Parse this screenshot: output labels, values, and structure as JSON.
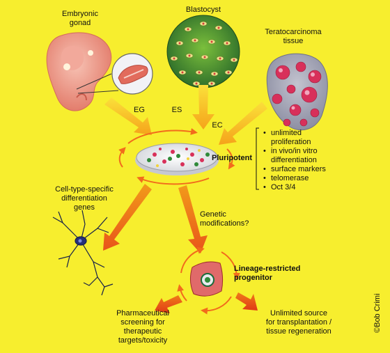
{
  "colors": {
    "background": "#f7ee2e",
    "arrow_yellow": "#f8c91a",
    "arrow_orange": "#f07a12",
    "arrow_red": "#e84418",
    "cycle_arrow": "#f26b1c"
  },
  "sources": {
    "gonad": "Embryonic\ngonad",
    "blastocyst": "Blastocyst",
    "teratocarcinoma": "Teratocarcinoma\ntissue"
  },
  "arrow_labels": {
    "eg": "EG",
    "es": "ES",
    "ec": "EC"
  },
  "pluripotent": {
    "label": "Pluripotent",
    "properties": [
      "unlimited\nproliferation",
      "in vivo/in vitro\ndifferentiation",
      "surface markers",
      "telomerase",
      "Oct 3/4"
    ]
  },
  "differentiation_genes": "Cell-type-specific\ndifferentiation\ngenes",
  "genetic_modifications": "Genetic\nmodifications?",
  "progenitor": "Lineage-restricted\nprogenitor",
  "screening": "Pharmaceutical\nscreening for\ntherapeutic\ntargets/toxicity",
  "transplantation": "Unlimited source\nfor transplantation /\ntissue regeneration",
  "credit": "©Bob Crimi"
}
